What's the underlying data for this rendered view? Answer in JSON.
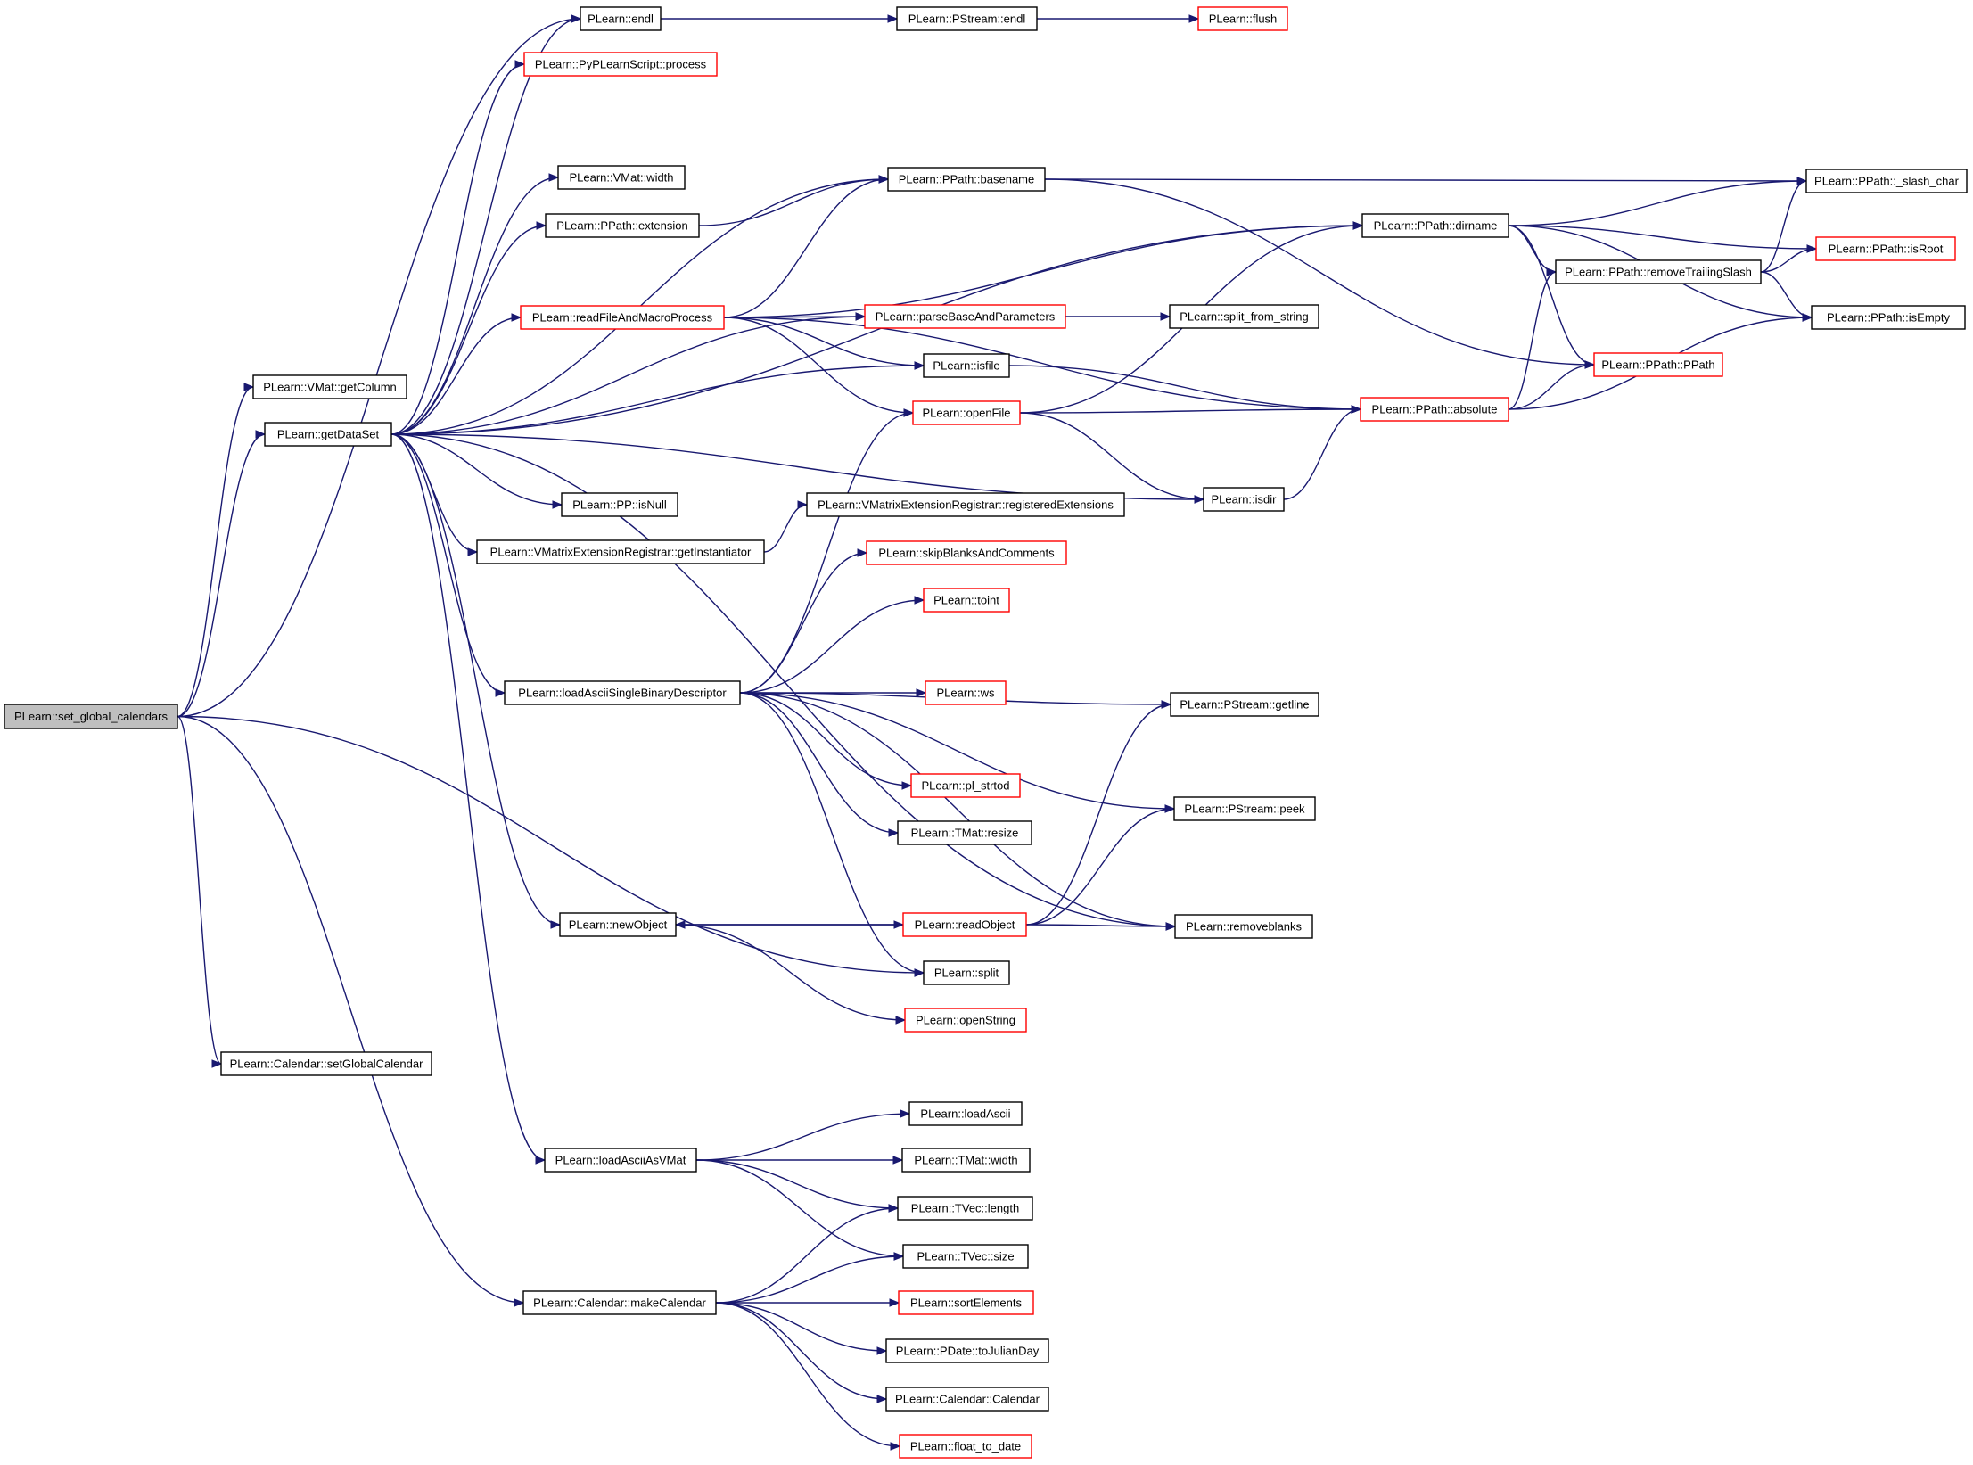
{
  "colors": {
    "edge": "#191970",
    "border_default": "#000000",
    "border_truncated": "#ff0000",
    "fill_default": "#ffffff",
    "fill_root": "#bfbfbf"
  },
  "nodes": [
    {
      "id": "root",
      "label": "PLearn::set_global_calendars",
      "style": "root"
    },
    {
      "id": "endl",
      "label": "PLearn::endl",
      "style": "default"
    },
    {
      "id": "ps_endl",
      "label": "PLearn::PStream::endl",
      "style": "default"
    },
    {
      "id": "flush",
      "label": "PLearn::flush",
      "style": "truncated"
    },
    {
      "id": "pyproc",
      "label": "PLearn::PyPLearnScript::process",
      "style": "truncated"
    },
    {
      "id": "vwidth",
      "label": "PLearn::VMat::width",
      "style": "default"
    },
    {
      "id": "basename",
      "label": "PLearn::PPath::basename",
      "style": "default"
    },
    {
      "id": "slash",
      "label": "PLearn::PPath::_slash_char",
      "style": "default"
    },
    {
      "id": "extension",
      "label": "PLearn::PPath::extension",
      "style": "default"
    },
    {
      "id": "dirname",
      "label": "PLearn::PPath::dirname",
      "style": "default"
    },
    {
      "id": "isroot",
      "label": "PLearn::PPath::isRoot",
      "style": "truncated"
    },
    {
      "id": "rts",
      "label": "PLearn::PPath::removeTrailingSlash",
      "style": "default"
    },
    {
      "id": "rfamp",
      "label": "PLearn::readFileAndMacroProcess",
      "style": "truncated"
    },
    {
      "id": "pbap",
      "label": "PLearn::parseBaseAndParameters",
      "style": "truncated"
    },
    {
      "id": "sfs",
      "label": "PLearn::split_from_string",
      "style": "default"
    },
    {
      "id": "isempty",
      "label": "PLearn::PPath::isEmpty",
      "style": "default"
    },
    {
      "id": "getcol",
      "label": "PLearn::VMat::getColumn",
      "style": "default"
    },
    {
      "id": "isfile",
      "label": "PLearn::isfile",
      "style": "default"
    },
    {
      "id": "ppath",
      "label": "PLearn::PPath::PPath",
      "style": "truncated"
    },
    {
      "id": "getdataset",
      "label": "PLearn::getDataSet",
      "style": "default"
    },
    {
      "id": "openfile",
      "label": "PLearn::openFile",
      "style": "truncated"
    },
    {
      "id": "absolute",
      "label": "PLearn::PPath::absolute",
      "style": "truncated"
    },
    {
      "id": "isdir",
      "label": "PLearn::isdir",
      "style": "default"
    },
    {
      "id": "isnull",
      "label": "PLearn::PP::isNull",
      "style": "default"
    },
    {
      "id": "regext",
      "label": "PLearn::VMatrixExtensionRegistrar::registeredExtensions",
      "style": "default"
    },
    {
      "id": "getinst",
      "label": "PLearn::VMatrixExtensionRegistrar::getInstantiator",
      "style": "default"
    },
    {
      "id": "skipblanks",
      "label": "PLearn::skipBlanksAndComments",
      "style": "truncated"
    },
    {
      "id": "toint",
      "label": "PLearn::toint",
      "style": "truncated"
    },
    {
      "id": "lasbd",
      "label": "PLearn::loadAsciiSingleBinaryDescriptor",
      "style": "default"
    },
    {
      "id": "ws",
      "label": "PLearn::ws",
      "style": "truncated"
    },
    {
      "id": "getline",
      "label": "PLearn::PStream::getline",
      "style": "default"
    },
    {
      "id": "plstrtod",
      "label": "PLearn::pl_strtod",
      "style": "truncated"
    },
    {
      "id": "peek",
      "label": "PLearn::PStream::peek",
      "style": "default"
    },
    {
      "id": "resize",
      "label": "PLearn::TMat::resize",
      "style": "default"
    },
    {
      "id": "newobj",
      "label": "PLearn::newObject",
      "style": "default"
    },
    {
      "id": "readobj",
      "label": "PLearn::readObject",
      "style": "truncated"
    },
    {
      "id": "removeblanks",
      "label": "PLearn::removeblanks",
      "style": "default"
    },
    {
      "id": "split",
      "label": "PLearn::split",
      "style": "default"
    },
    {
      "id": "openstring",
      "label": "PLearn::openString",
      "style": "truncated"
    },
    {
      "id": "setgc",
      "label": "PLearn::Calendar::setGlobalCalendar",
      "style": "default"
    },
    {
      "id": "loadascii",
      "label": "PLearn::loadAscii",
      "style": "default"
    },
    {
      "id": "laavm",
      "label": "PLearn::loadAsciiAsVMat",
      "style": "default"
    },
    {
      "id": "tmwidth",
      "label": "PLearn::TMat::width",
      "style": "default"
    },
    {
      "id": "tvlength",
      "label": "PLearn::TVec::length",
      "style": "default"
    },
    {
      "id": "tvsize",
      "label": "PLearn::TVec::size",
      "style": "default"
    },
    {
      "id": "makecal",
      "label": "PLearn::Calendar::makeCalendar",
      "style": "default"
    },
    {
      "id": "sortel",
      "label": "PLearn::sortElements",
      "style": "truncated"
    },
    {
      "id": "tojd",
      "label": "PLearn::PDate::toJulianDay",
      "style": "default"
    },
    {
      "id": "calcal",
      "label": "PLearn::Calendar::Calendar",
      "style": "default"
    },
    {
      "id": "f2d",
      "label": "PLearn::float_to_date",
      "style": "truncated"
    }
  ],
  "edges": [
    [
      "root",
      "endl"
    ],
    [
      "root",
      "getcol"
    ],
    [
      "root",
      "getdataset"
    ],
    [
      "root",
      "split"
    ],
    [
      "root",
      "setgc"
    ],
    [
      "root",
      "makecal"
    ],
    [
      "endl",
      "ps_endl"
    ],
    [
      "ps_endl",
      "flush"
    ],
    [
      "getdataset",
      "endl"
    ],
    [
      "getdataset",
      "pyproc"
    ],
    [
      "getdataset",
      "vwidth"
    ],
    [
      "getdataset",
      "extension"
    ],
    [
      "getdataset",
      "basename"
    ],
    [
      "getdataset",
      "dirname"
    ],
    [
      "getdataset",
      "rfamp"
    ],
    [
      "getdataset",
      "pbap"
    ],
    [
      "getdataset",
      "isfile"
    ],
    [
      "getdataset",
      "isdir"
    ],
    [
      "getdataset",
      "isnull"
    ],
    [
      "getdataset",
      "getinst"
    ],
    [
      "getdataset",
      "lasbd"
    ],
    [
      "getdataset",
      "newobj"
    ],
    [
      "getdataset",
      "removeblanks"
    ],
    [
      "getdataset",
      "laavm"
    ],
    [
      "extension",
      "basename"
    ],
    [
      "basename",
      "slash"
    ],
    [
      "basename",
      "ppath"
    ],
    [
      "dirname",
      "slash"
    ],
    [
      "dirname",
      "isroot"
    ],
    [
      "dirname",
      "rts"
    ],
    [
      "dirname",
      "isempty"
    ],
    [
      "dirname",
      "ppath"
    ],
    [
      "rts",
      "slash"
    ],
    [
      "rts",
      "isroot"
    ],
    [
      "rts",
      "isempty"
    ],
    [
      "rfamp",
      "basename"
    ],
    [
      "rfamp",
      "pbap"
    ],
    [
      "rfamp",
      "isfile"
    ],
    [
      "rfamp",
      "openfile"
    ],
    [
      "rfamp",
      "absolute"
    ],
    [
      "rfamp",
      "dirname"
    ],
    [
      "pbap",
      "sfs"
    ],
    [
      "isfile",
      "absolute"
    ],
    [
      "openfile",
      "dirname"
    ],
    [
      "openfile",
      "absolute"
    ],
    [
      "openfile",
      "isdir"
    ],
    [
      "absolute",
      "rts"
    ],
    [
      "absolute",
      "ppath"
    ],
    [
      "absolute",
      "isempty"
    ],
    [
      "isdir",
      "absolute"
    ],
    [
      "getinst",
      "regext"
    ],
    [
      "lasbd",
      "openfile"
    ],
    [
      "lasbd",
      "skipblanks"
    ],
    [
      "lasbd",
      "toint"
    ],
    [
      "lasbd",
      "ws"
    ],
    [
      "lasbd",
      "getline"
    ],
    [
      "lasbd",
      "plstrtod"
    ],
    [
      "lasbd",
      "peek"
    ],
    [
      "lasbd",
      "resize"
    ],
    [
      "lasbd",
      "removeblanks"
    ],
    [
      "lasbd",
      "split"
    ],
    [
      "newobj",
      "readobj"
    ],
    [
      "newobj",
      "openstring"
    ],
    [
      "readobj",
      "newobj"
    ],
    [
      "readobj",
      "getline"
    ],
    [
      "readobj",
      "peek"
    ],
    [
      "readobj",
      "removeblanks"
    ],
    [
      "laavm",
      "loadascii"
    ],
    [
      "laavm",
      "tmwidth"
    ],
    [
      "laavm",
      "tvlength"
    ],
    [
      "laavm",
      "tvsize"
    ],
    [
      "makecal",
      "tvlength"
    ],
    [
      "makecal",
      "tvsize"
    ],
    [
      "makecal",
      "sortel"
    ],
    [
      "makecal",
      "tojd"
    ],
    [
      "makecal",
      "calcal"
    ],
    [
      "makecal",
      "f2d"
    ]
  ]
}
